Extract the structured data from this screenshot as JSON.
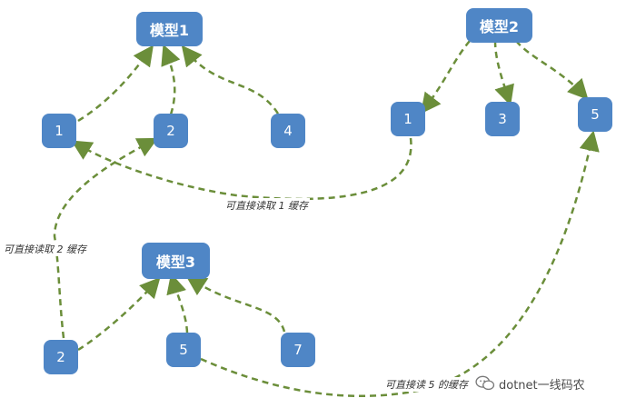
{
  "nodes": {
    "model1": "模型1",
    "model2": "模型2",
    "model3": "模型3",
    "m1_n1": "1",
    "m1_n2": "2",
    "m1_n4": "4",
    "m2_n1": "1",
    "m2_n3": "3",
    "m2_n5": "5",
    "m3_n2": "2",
    "m3_n5": "5",
    "m3_n7": "7"
  },
  "labels": {
    "cache1": "可直接读取 1 缓存",
    "cache2": "可直接读取 2 缓存",
    "cache5": "可直接读 5 的缓存"
  },
  "watermark": {
    "text": "dotnet一线码农",
    "icon": "wechat-icon"
  },
  "colors": {
    "node_fill": "#4f86c6",
    "edge": "#6b8e3a"
  }
}
